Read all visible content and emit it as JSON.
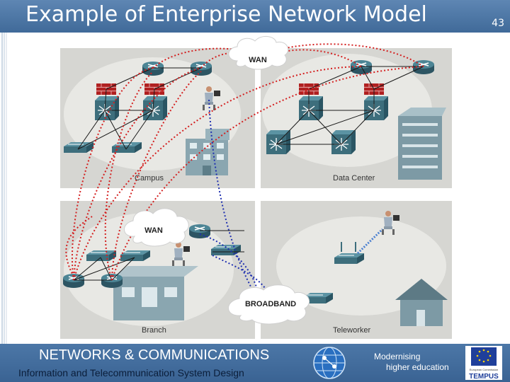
{
  "slide": {
    "title": "Example of Enterprise Network Model",
    "number": "43"
  },
  "diagram": {
    "clouds": {
      "wan_top": "WAN",
      "wan_branch": "WAN",
      "broadband": "BROADBAND"
    },
    "panels": {
      "campus": "Campus",
      "data_center": "Data Center",
      "branch": "Branch",
      "teleworker": "Teleworker"
    }
  },
  "footer": {
    "title": "NETWORKS & COMMUNICATIONS",
    "subtitle": "Information and Telecommunication System Design",
    "modernising_line1": "Modernising",
    "modernising_line2": "higher education",
    "logo_small_text": "European Commission",
    "tempus": "TEMPUS"
  },
  "colors": {
    "title_bar": "#4f79a8",
    "panel_bg": "#d6d6d2",
    "red_link": "#d42020",
    "blue_link": "#2030b0",
    "router": "#3f6e7c",
    "firewall": "#b02020"
  }
}
